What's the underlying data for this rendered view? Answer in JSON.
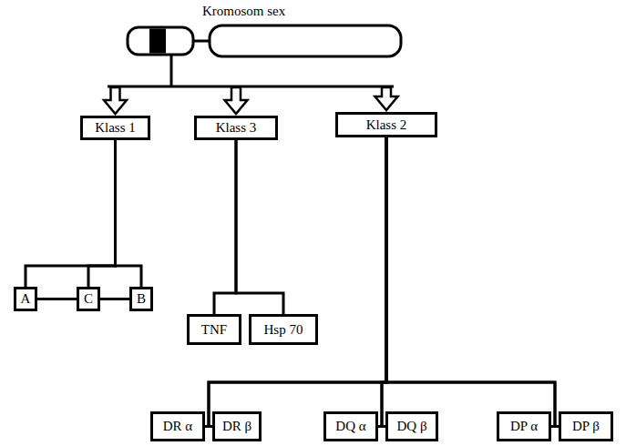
{
  "diagram": {
    "nodes": [
      {
        "text": [
          "Klass 1"
        ]
      },
      {
        "text": [
          "Klass 3"
        ]
      },
      {
        "text": [
          "Klass 2"
        ]
      },
      {
        "text": [
          "A"
        ]
      },
      {
        "text": [
          "C"
        ]
      },
      {
        "text": [
          "B"
        ]
      },
      {
        "text": [
          "TNF"
        ]
      },
      {
        "text": [
          "Hsp 70"
        ]
      },
      {
        "text": [
          "DR α"
        ]
      },
      {
        "text": [
          "DR β"
        ]
      },
      {
        "text": [
          "DQ α"
        ]
      },
      {
        "text": [
          "DQ β"
        ]
      },
      {
        "text": [
          "DP α"
        ]
      },
      {
        "text": [
          "DP β"
        ]
      }
    ],
    "edges": [
      {
        "from": 0,
        "to": 3,
        "arrow": "none"
      },
      {
        "from": 0,
        "to": 4,
        "arrow": "none"
      },
      {
        "from": 0,
        "to": 5,
        "arrow": "none"
      },
      {
        "from": 3,
        "to": 4,
        "arrow": "none"
      },
      {
        "from": 4,
        "to": 5,
        "arrow": "none"
      },
      {
        "from": 1,
        "to": 6,
        "arrow": "none"
      },
      {
        "from": 1,
        "to": 7,
        "arrow": "none"
      },
      {
        "from": 2,
        "to": 8,
        "arrow": "none"
      },
      {
        "from": 2,
        "to": 9,
        "arrow": "none"
      },
      {
        "from": 2,
        "to": 10,
        "arrow": "none"
      },
      {
        "from": 2,
        "to": 11,
        "arrow": "none"
      },
      {
        "from": 2,
        "to": 12,
        "arrow": "none"
      },
      {
        "from": 2,
        "to": 13,
        "arrow": "none"
      },
      {
        "from": 8,
        "to": 9,
        "arrow": "none"
      },
      {
        "from": 10,
        "to": 11,
        "arrow": "none"
      },
      {
        "from": 12,
        "to": 13,
        "arrow": "none"
      }
    ],
    "labels": [
      "Kromosom sex"
    ]
  }
}
